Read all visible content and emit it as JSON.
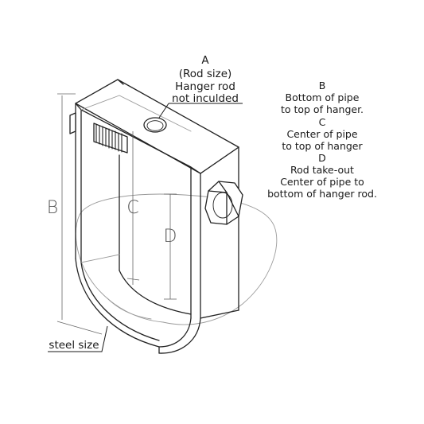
{
  "callout_a": {
    "letter": "A",
    "lines": [
      "(Rod size)",
      "Hanger rod",
      "not inculded"
    ]
  },
  "legend": {
    "lines": [
      "B",
      "Bottom of pipe",
      "to top of hanger.",
      "C",
      "Center of pipe",
      "to top of hanger",
      "D",
      "Rod take-out",
      "Center of pipe to",
      "bottom of hanger rod."
    ]
  },
  "dimensions": {
    "b": "B",
    "c": "C",
    "d": "D"
  },
  "steel_label": "steel size"
}
